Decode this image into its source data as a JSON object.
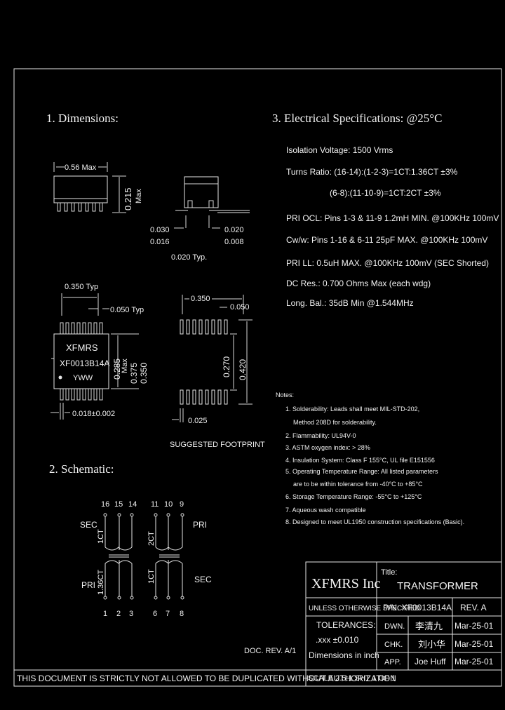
{
  "sections": {
    "dimensions": "1. Dimensions:",
    "schematic": "2. Schematic:",
    "electrical": "3. Electrical   Specifications: @25°C"
  },
  "dims": {
    "width_max": "0.56 Max",
    "height_max": "0.215",
    "height_max_unit": "Max",
    "lead_w_1": "0.030",
    "lead_w_2": "0.016",
    "lead_t_1": "0.020",
    "lead_t_2": "0.008",
    "lead_pitch": "0.020 Typ.",
    "row_spacing": "0.350 Typ",
    "pin_pitch": "0.050 Typ",
    "body_w": "0.285",
    "body_w_unit": "Max",
    "span1": "0.375",
    "span2": "0.350",
    "lead_tol": "0.018±0.002",
    "marking_1": "XFMRS",
    "marking_2": "XF0013B14A",
    "marking_3": "YWW"
  },
  "footprint": {
    "width": "0.350",
    "pitch": "0.050",
    "inner": "0.270",
    "outer": "0.420",
    "pad": "0.025",
    "caption": "SUGGESTED FOOTPRINT"
  },
  "schematic": {
    "left_top_pins": [
      "16",
      "15",
      "14"
    ],
    "right_top_pins": [
      "11",
      "10",
      "9"
    ],
    "left_bottom_pins": [
      "1",
      "2",
      "3"
    ],
    "right_bottom_pins": [
      "6",
      "7",
      "8"
    ],
    "sec_left": "SEC",
    "pri_left": "PRI",
    "pri_right": "PRI",
    "sec_right": "SEC",
    "ratio_left_top": "1CT",
    "ratio_left_bottom": "1.36CT",
    "ratio_right_top": "2CT",
    "ratio_right_bottom": "1CT"
  },
  "specs": [
    "Isolation Voltage:  1500 Vrms",
    "Turns Ratio: (16-14):(1-2-3)=1CT:1.36CT ±3%",
    "(6-8):(11-10-9)=1CT:2CT ±3%",
    "PRI OCL: Pins 1-3 & 11-9 1.2mH MIN. @100KHz 100mV",
    "Cw/w: Pins 1-16 & 6-11 25pF MAX. @100KHz 100mV",
    "PRI LL: 0.5uH MAX. @100KHz 100mV (SEC Shorted)",
    "DC Res.: 0.700 Ohms Max (each wdg)",
    "Long. Bal.: 35dB Min @1.544MHz"
  ],
  "notes": {
    "title": "Notes:",
    "items": [
      "1. Solderability: Leads shall meet MIL-STD-202,",
      "Method 208D for solderability.",
      "2. Flammability: UL94V-0",
      "3. ASTM oxygen index: > 28%",
      "4. Insulation System: Class F 155°C, UL file E151556",
      "5. Operating Temperature Range: All listed parameters",
      "are to be within tolerance from -40°C to +85°C",
      "6. Storage Temperature Range: -55°C to +125°C",
      "7. Aqueous wash compatible",
      "8. Designed to meet UL1950 construction specifications (Basic)."
    ]
  },
  "title_block": {
    "company": "XFMRS Inc",
    "title_label": "Title:",
    "title": "TRANSFORMER",
    "unless": "UNLESS OTHERWISE SPECIFIED",
    "pn": "P/N: XF0013B14A",
    "rev": "REV. A",
    "tolerances": "TOLERANCES:",
    "tol_value": ".xxx ±0.010",
    "dims_in": "Dimensions in inch",
    "dwn": "DWN.",
    "chk": "CHK.",
    "appr": "APP.",
    "dwn_name": "李清九",
    "chk_name": "刘小华",
    "appr_name": "Joe Huff",
    "date1": "Mar-25-01",
    "date2": "Mar-25-01",
    "date3": "Mar-25-01",
    "scale": "SCALE 2.5:1  SHT 1 OF 1",
    "doc_rev": "DOC. REV. A/1"
  },
  "footer": "THIS DOCUMENT IS STRICTLY NOT ALLOWED TO BE DUPLICATED WITHOUT AUTHORIZATION"
}
